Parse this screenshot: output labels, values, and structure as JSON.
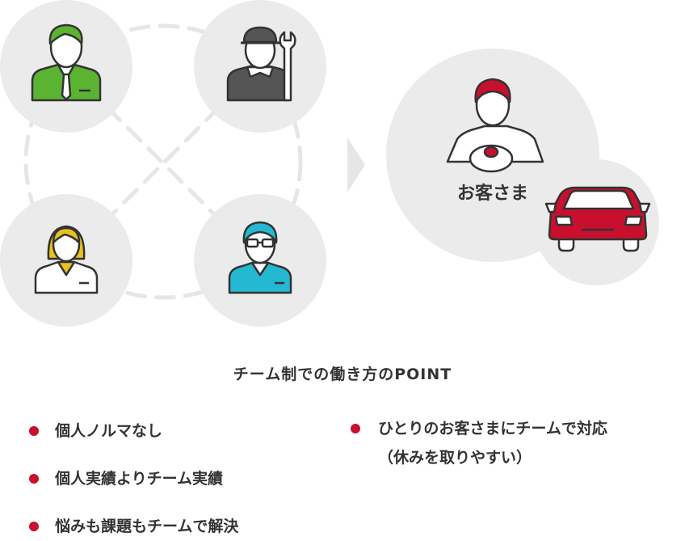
{
  "diagram": {
    "customer_label": "お客さま",
    "colors": {
      "circle_bg": "#ebebeb",
      "dash": "#e6e6e6",
      "outline": "#333333",
      "sales_green": "#5bb431",
      "mechanic_gray": "#555555",
      "front_yellow": "#e9c21f",
      "tech_cyan": "#25b8d3",
      "customer_red": "#c8102e"
    },
    "icons": [
      "salesperson-icon",
      "mechanic-icon",
      "front-staff-icon",
      "technician-icon",
      "customer-driver-icon",
      "car-icon",
      "arrow-right-icon"
    ]
  },
  "points": {
    "title": "チーム制での働き方のPOINT",
    "left_items": [
      "個人ノルマなし",
      "個人実績よりチーム実績",
      "悩みも課題もチームで解決"
    ],
    "right_item_line1": "ひとりのお客さまにチームで対応",
    "right_item_line2": "（休みを取りやすい）"
  }
}
